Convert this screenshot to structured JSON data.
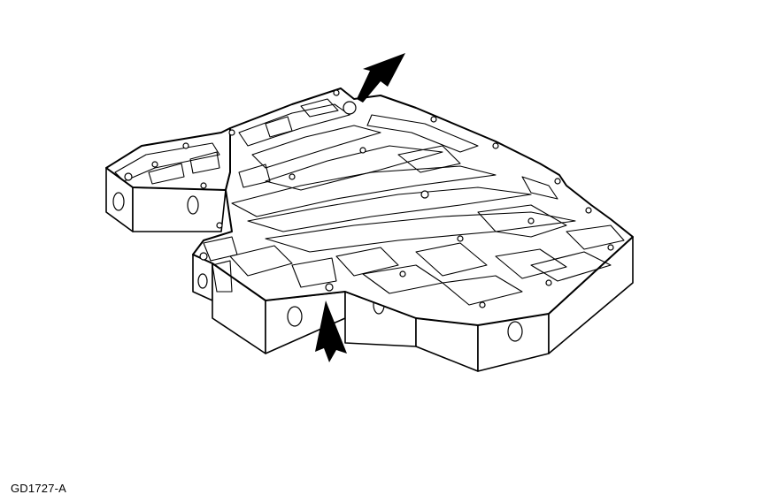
{
  "figure": {
    "id_label": "GD1727-A",
    "subject": "valve-body",
    "callouts": [
      "upper-arrow",
      "lower-arrow"
    ]
  }
}
